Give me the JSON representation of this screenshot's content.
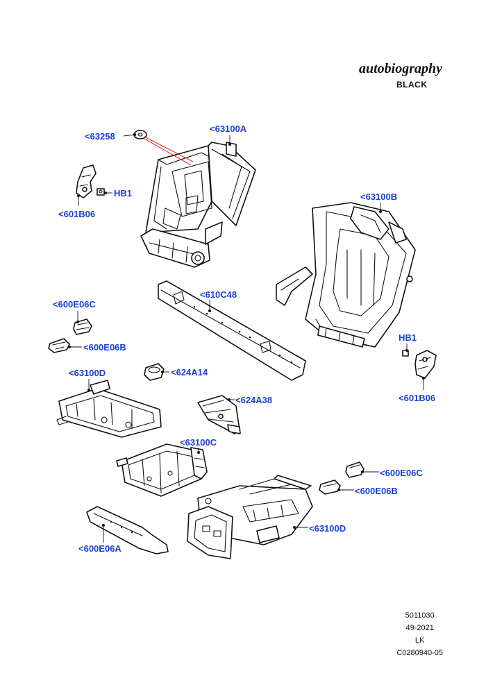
{
  "brand": {
    "script_text": "autobiography",
    "variant": "BLACK"
  },
  "callouts": {
    "c63258": "<63258",
    "c63100A": "<63100A",
    "hb1_left": "HB1",
    "c601B06_left": "<601B06",
    "c63100B": "<63100B",
    "c610C48": "<610C48",
    "c600E06C_left": "<600E06C",
    "c600E06B_left": "<600E06B",
    "hb1_right": "HB1",
    "c601B06_right": "<601B06",
    "c63100D_top": "<63100D",
    "c624A14": "<624A14",
    "c624A38": "<624A38",
    "c63100C": "<63100C",
    "c600E06C_right": "<600E06C",
    "c600E06B_right": "<600E06B",
    "c63100D_bottom": "<63100D",
    "c600E06A": "<600E06A"
  },
  "footer": {
    "line1": "5011030",
    "line2": "49-2021",
    "line3": "LK",
    "line4": "C0280940-05"
  },
  "colors": {
    "callout_text": "#1a3fd6",
    "line_art": "#111111",
    "highlight_lead": "#e00000"
  }
}
